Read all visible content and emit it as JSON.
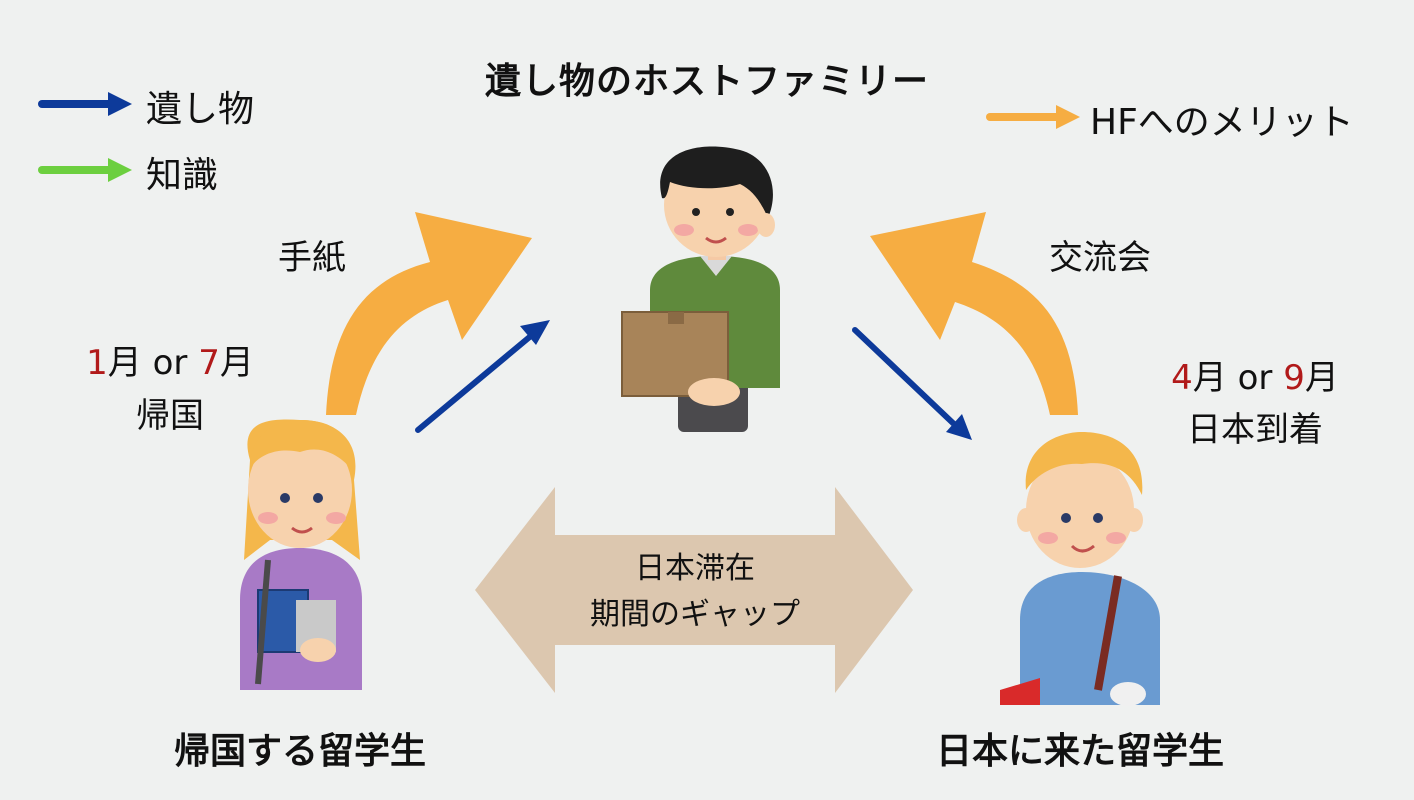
{
  "title": "遺し物のホストファミリー",
  "legend": {
    "items": [
      {
        "label": "遺し物",
        "color": "#0d3a9a"
      },
      {
        "label": "知識",
        "color": "#6ccf3f"
      }
    ],
    "merit": {
      "label": "HFへのメリット",
      "color": "#f6ad42"
    }
  },
  "labels": {
    "letter": "手紙",
    "exchange": "交流会",
    "return": {
      "month_a": "1",
      "month_b": "7",
      "month_unit": "月",
      "or": " or ",
      "line2": "帰国"
    },
    "arrival": {
      "month_a": "4",
      "month_b": "9",
      "month_unit": "月",
      "or": " or ",
      "line2": "日本到着"
    },
    "gap_line1": "日本滞在",
    "gap_line2": "期間のギャップ"
  },
  "people": {
    "returning": "帰国する留学生",
    "arrived": "日本に来た留学生"
  },
  "colors": {
    "background": "#eff1f0",
    "gift_arrow": "#0d3a9a",
    "knowledge_arrow": "#6ccf3f",
    "merit_arrow": "#f6ad42",
    "gap_arrow": "#dcc7af",
    "month_number": "#b11a1a"
  }
}
